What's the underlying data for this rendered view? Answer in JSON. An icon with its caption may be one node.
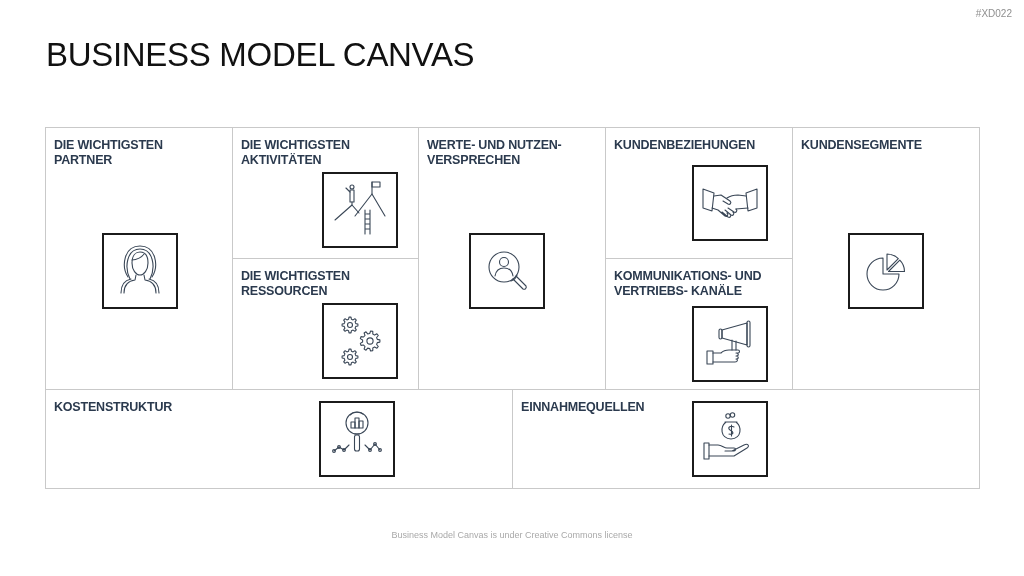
{
  "diagram": {
    "title": "BUSINESS MODEL CANVAS",
    "caption": "Business Model Canvas is under Creative Commons license",
    "nodes": [
      {
        "text": [
          "DIE WICHTIGSTEN PARTNER"
        ]
      },
      {
        "text": [
          "DIE WICHTIGSTEN AKTIVITÄTEN"
        ]
      },
      {
        "text": [
          "WERTE- UND NUTZEN- VERSPRECHEN"
        ]
      },
      {
        "text": [
          "KUNDENBEZIEHUNGEN"
        ]
      },
      {
        "text": [
          "KUNDENSEGMENTE"
        ]
      },
      {
        "text": [
          "DIE WICHTIGSTEN RESSOURCEN"
        ]
      },
      {
        "text": [
          "KOMMUNIKATIONS- UND VERTRIEBS- KANÄLE"
        ]
      },
      {
        "text": [
          "KOSTENSTRUKTUR"
        ]
      },
      {
        "text": [
          "EINNAHMEQUELLEN"
        ]
      }
    ],
    "labels": [
      "#XD022"
    ]
  }
}
